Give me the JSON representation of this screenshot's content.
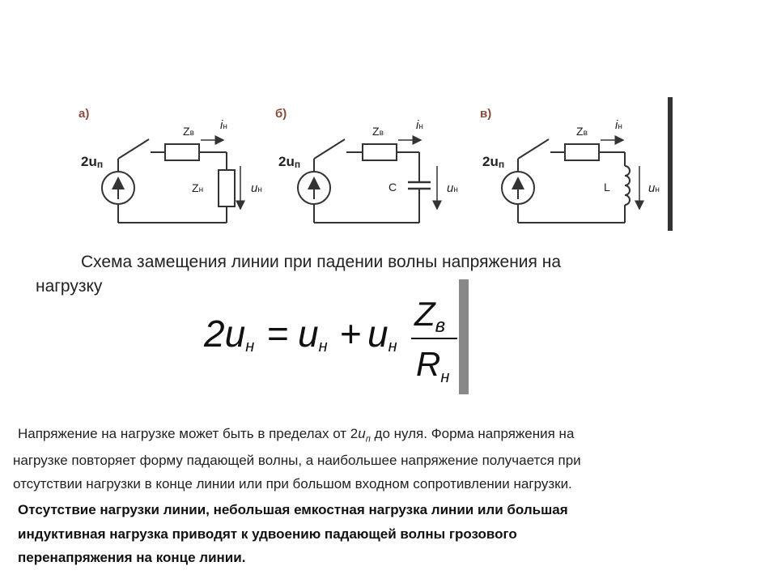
{
  "diagrams": [
    {
      "panel": "а)",
      "source": "2u",
      "source_sub": "п",
      "zv": "Z",
      "zv_sub": "в",
      "current": "i",
      "current_sub": "н",
      "load": "Z",
      "load_sub": "н",
      "voltage": "u",
      "voltage_sub": "н"
    },
    {
      "panel": "б)",
      "source": "2u",
      "source_sub": "п",
      "zv": "Z",
      "zv_sub": "в",
      "current": "i",
      "current_sub": "н",
      "load": "C",
      "voltage": "u",
      "voltage_sub": "н"
    },
    {
      "panel": "в)",
      "source": "2u",
      "source_sub": "п",
      "zv": "Z",
      "zv_sub": "в",
      "current": "i",
      "current_sub": "н",
      "load": "L",
      "voltage": "u",
      "voltage_sub": "н"
    }
  ],
  "caption_line1": "Схема замещения линии при падении волны напряжения на",
  "caption_line2": "нагрузку",
  "formula": {
    "lhs_coef": "2",
    "var": "u",
    "sub": "н",
    "eq": "=",
    "plus": "+",
    "num": "Z",
    "num_sub": "в",
    "den": "R",
    "den_sub": "н"
  },
  "para1": {
    "l1a": "Напряжение на нагрузке может быть в пределах от 2",
    "l1var": "u",
    "l1sub": "п",
    "l1b": " до нуля. Форма напряжения на",
    "l2": "нагрузке повторяет форму падающей волны, а наибольшее напряжение получается при",
    "l3": "отсутствии нагрузки в конце линии или при большом входном сопротивлении нагрузки."
  },
  "para2": {
    "l1": "Отсутствие нагрузки линии, небольшая емкостная нагрузка линии или большая",
    "l2": "индуктивная нагрузка приводят к удвоению падающей волны грозового",
    "l3": "перенапряжения на конце линии."
  }
}
